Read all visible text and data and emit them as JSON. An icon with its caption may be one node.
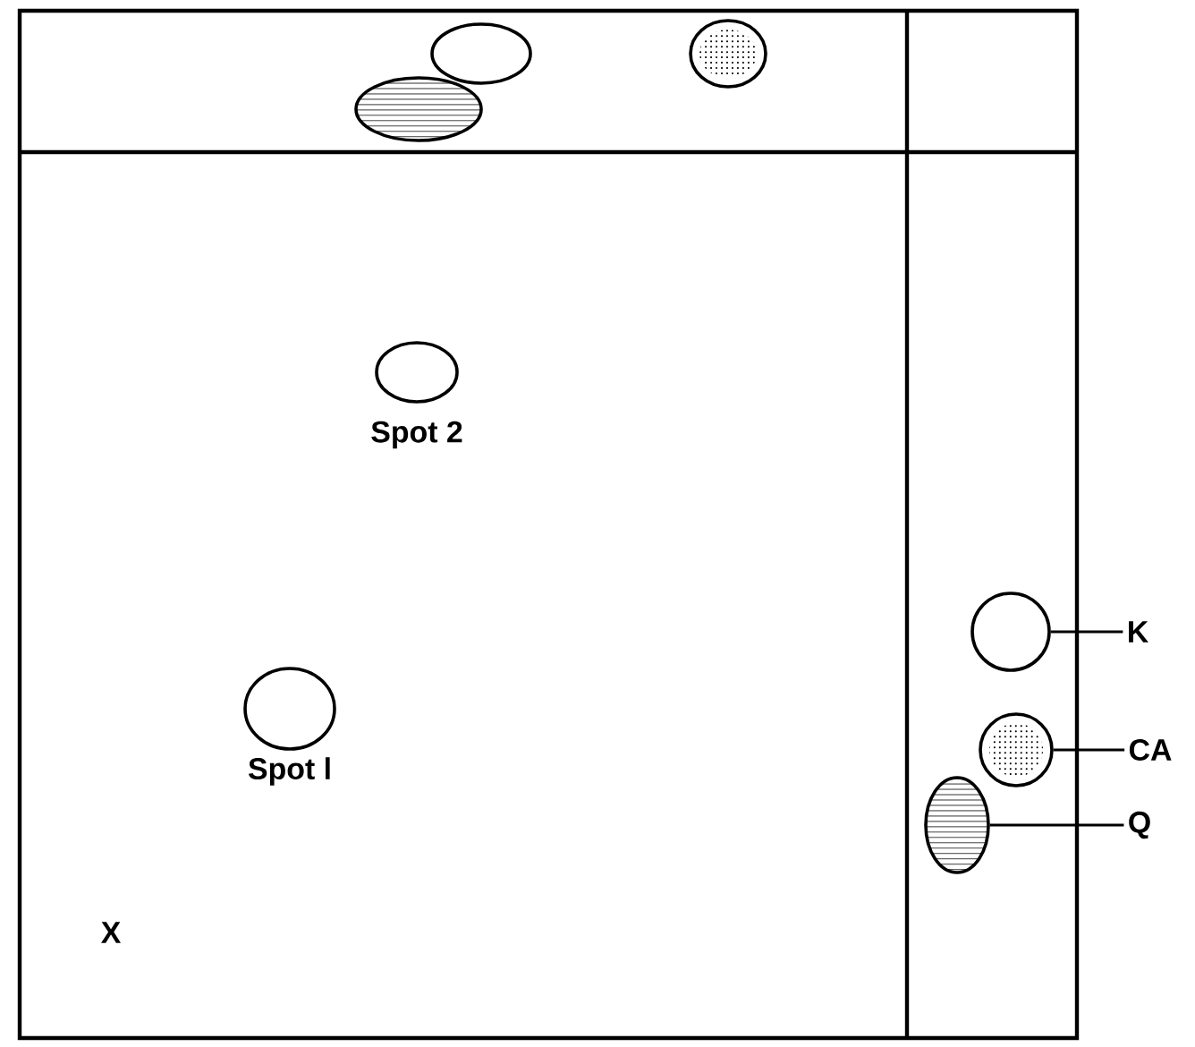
{
  "diagram": {
    "nodes": [
      {
        "text": [],
        "shape": "circle"
      },
      {
        "text": [],
        "shape": "circle"
      },
      {
        "text": [],
        "shape": "circle"
      },
      {
        "text": [],
        "shape": "circle",
        "beside": [
          "Spot 2"
        ]
      },
      {
        "text": [],
        "shape": "circle",
        "beside": [
          "Spot l"
        ]
      },
      {
        "text": [],
        "shape": "circle"
      },
      {
        "text": [
          "K"
        ]
      },
      {
        "text": [],
        "shape": "circle"
      },
      {
        "text": [
          "CA"
        ]
      },
      {
        "text": [],
        "shape": "circle"
      },
      {
        "text": [
          "Q"
        ]
      }
    ],
    "edges": [
      {
        "from": 6,
        "to": 5,
        "arrow": "none"
      },
      {
        "from": 8,
        "to": 7,
        "arrow": "none"
      },
      {
        "from": 10,
        "to": 9,
        "arrow": "none"
      }
    ],
    "labels": [
      "X"
    ]
  }
}
